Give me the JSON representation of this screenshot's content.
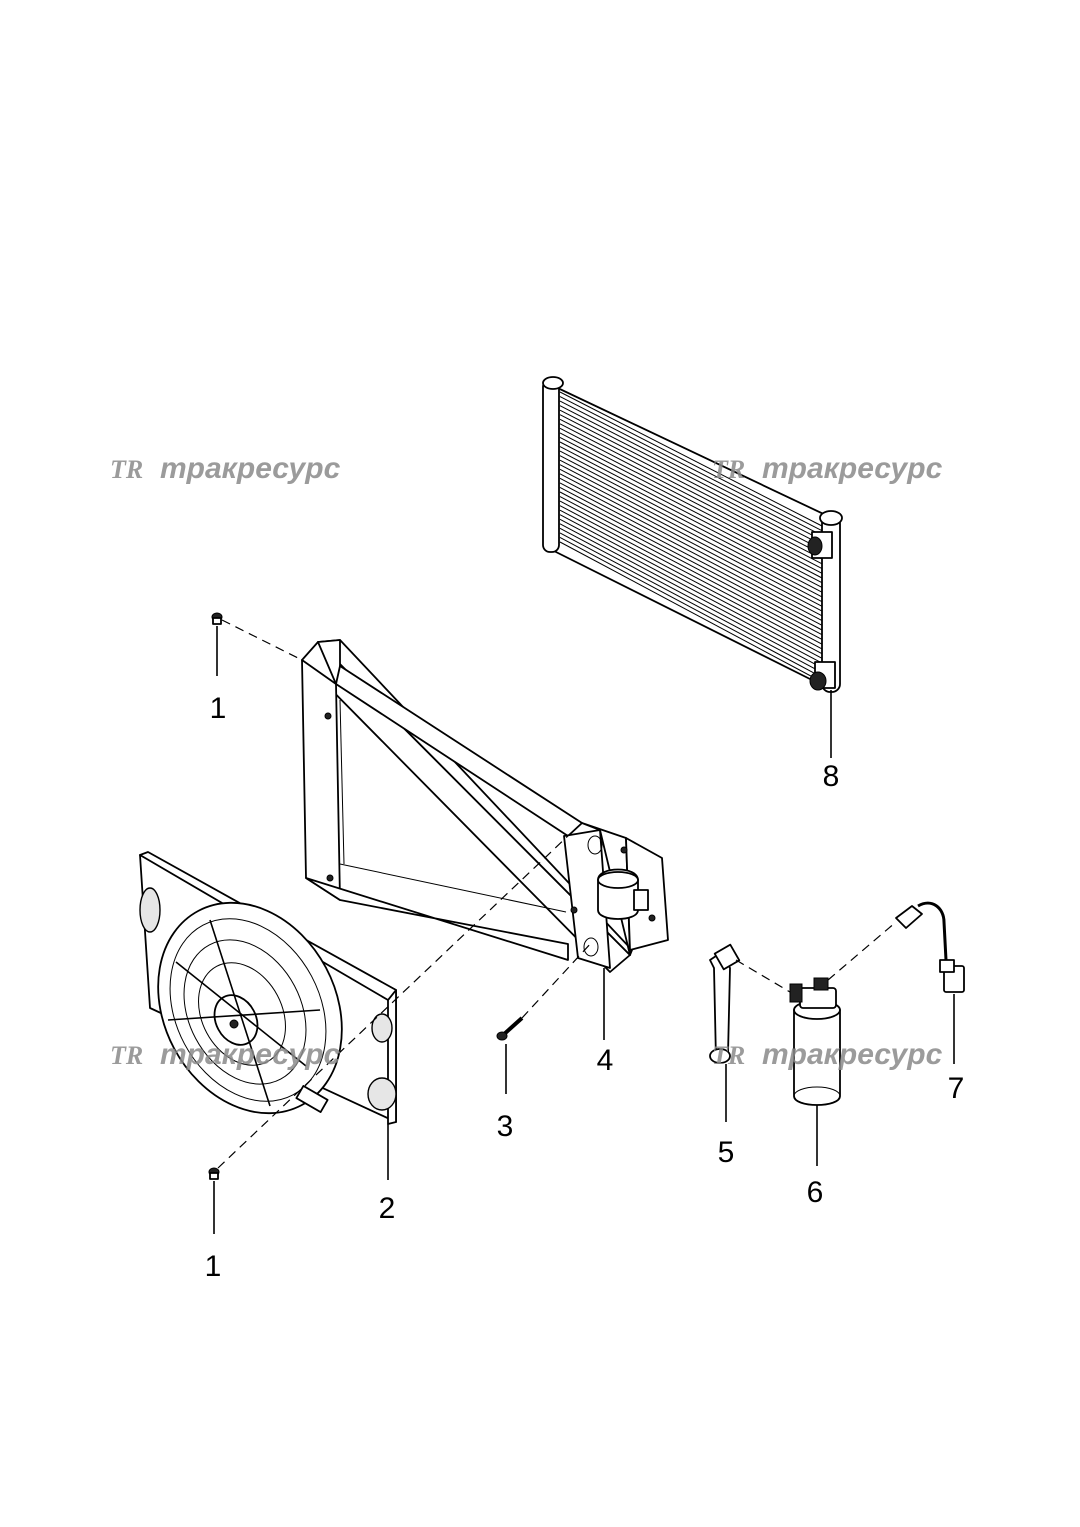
{
  "callouts": [
    {
      "id": "1a",
      "label": "1"
    },
    {
      "id": "1b",
      "label": "1"
    },
    {
      "id": "2",
      "label": "2"
    },
    {
      "id": "3",
      "label": "3"
    },
    {
      "id": "4",
      "label": "4"
    },
    {
      "id": "5",
      "label": "5"
    },
    {
      "id": "6",
      "label": "6"
    },
    {
      "id": "7",
      "label": "7"
    },
    {
      "id": "8",
      "label": "8"
    }
  ],
  "watermark": {
    "logo": "TR",
    "text": "тракресурс"
  },
  "colors": {
    "line": "#000000",
    "watermark": "#8a8a8a",
    "background": "#ffffff"
  }
}
